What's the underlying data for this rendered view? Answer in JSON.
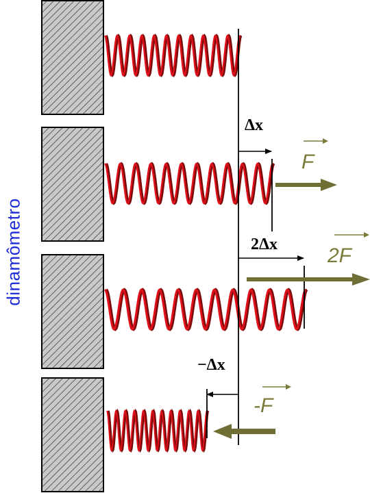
{
  "side_label": "dinamômetro",
  "displacement_labels": {
    "dx": "Δx",
    "two_dx": "2Δx",
    "neg_dx": "−Δx"
  },
  "force_labels": {
    "f": "F",
    "two_f": "2F",
    "neg_f": "-F"
  },
  "colors": {
    "spring_front": "#e0101a",
    "spring_back": "#7a0a0a",
    "force_arrow": "#6f6f35",
    "side_label": "#1f2bd6"
  }
}
